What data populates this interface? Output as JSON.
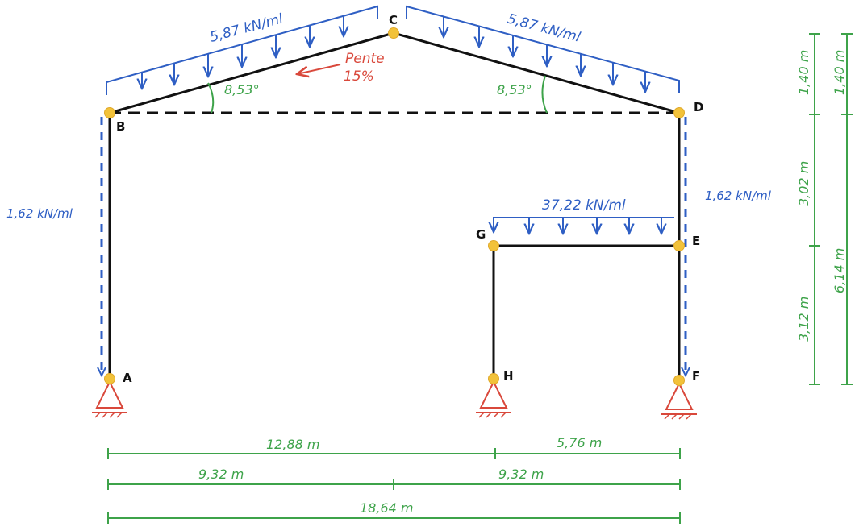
{
  "loads": {
    "roof_left": "5,87 kN/ml",
    "roof_right": "5,87 kN/ml",
    "left_column": "1,62 kN/ml",
    "right_column": "1,62 kN/ml",
    "mezzanine": "37,22 kN/ml"
  },
  "slope": {
    "label_line1": "Pente",
    "label_line2": "15%",
    "angle_left": "8,53°",
    "angle_right": "8,53°"
  },
  "nodes": {
    "A": "A",
    "B": "B",
    "C": "C",
    "D": "D",
    "E": "E",
    "F": "F",
    "G": "G",
    "H": "H"
  },
  "dimensions": {
    "horizontal": {
      "row1_left": "12,88 m",
      "row1_right": "5,76 m",
      "row2_left": "9,32 m",
      "row2_right": "9,32 m",
      "row3_total": "18,64 m"
    },
    "vertical": {
      "inner_top": "1,40 m",
      "inner_mid": "3,02 m",
      "inner_bottom": "3,12 m",
      "outer_top": "1,40 m",
      "outer_bottom": "6,14 m"
    }
  },
  "colors": {
    "load": "#2f5fc4",
    "dimension": "#3ea34a",
    "annotation": "#d9483b",
    "structure": "#111111",
    "node": "#f2c23a"
  }
}
